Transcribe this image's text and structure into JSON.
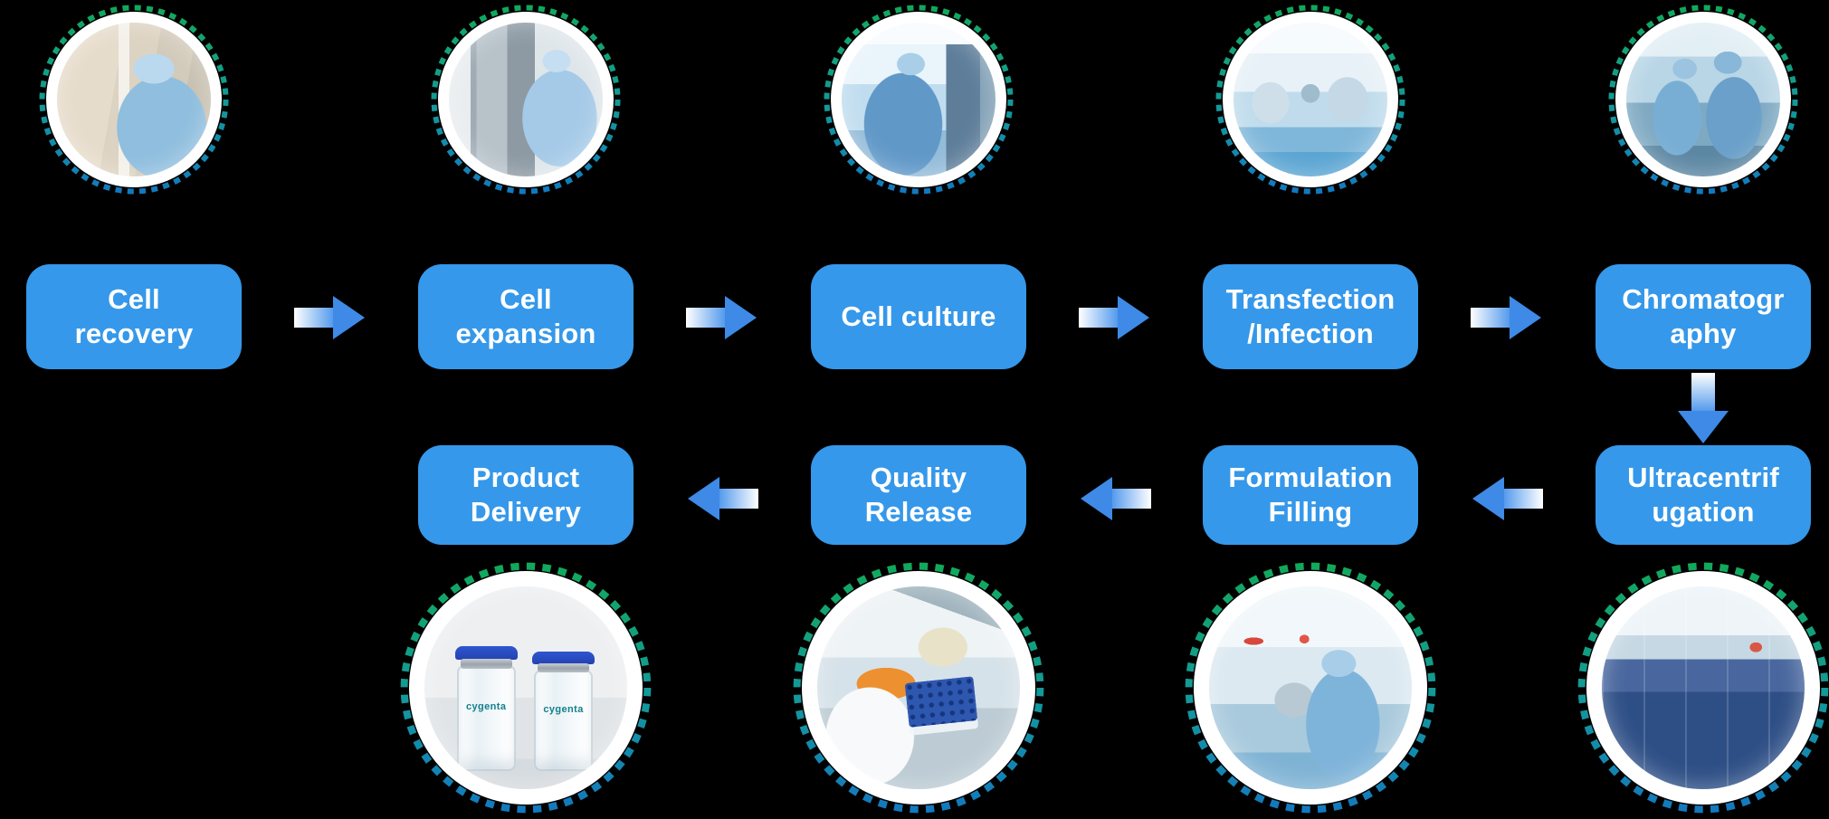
{
  "colors": {
    "background": "#000000",
    "box_fill": "#3598EA",
    "box_text": "#FFFFFF",
    "arrow_blue": "#3E8AE6",
    "arrow_fade": "#FFFFFF",
    "ring_dash_green": "#11A95C",
    "ring_dash_blue": "#1379BE",
    "ring_white": "#FFFFFF"
  },
  "steps": [
    {
      "label": "Cell\nrecovery",
      "photo": "cleanroom-operator-photo"
    },
    {
      "label": "Cell\nexpansion",
      "photo": "incubator-operator-photo"
    },
    {
      "label": "Cell culture",
      "photo": "biosafety-cabinet-photo"
    },
    {
      "label": "Transfection\n/Infection",
      "photo": "cleanroom-suite-photo"
    },
    {
      "label": "Chromatogr\naphy",
      "photo": "chromatography-operators-photo"
    },
    {
      "label": "Ultracentrif\nugation",
      "photo": "ultracentrifuge-row-photo"
    },
    {
      "label": "Formulation\nFilling",
      "photo": "filling-line-operator-photo"
    },
    {
      "label": "Quality\nRelease",
      "photo": "qc-pipetting-photo"
    },
    {
      "label": "Product\nDelivery",
      "photo": "product-vials-photo"
    }
  ],
  "product_vials": {
    "brand": "cygenta"
  },
  "arrows": {
    "top_row_direction": "right",
    "top_row_count": 4,
    "column_connector_direction": "down",
    "bottom_row_direction": "left",
    "bottom_row_count": 3
  }
}
